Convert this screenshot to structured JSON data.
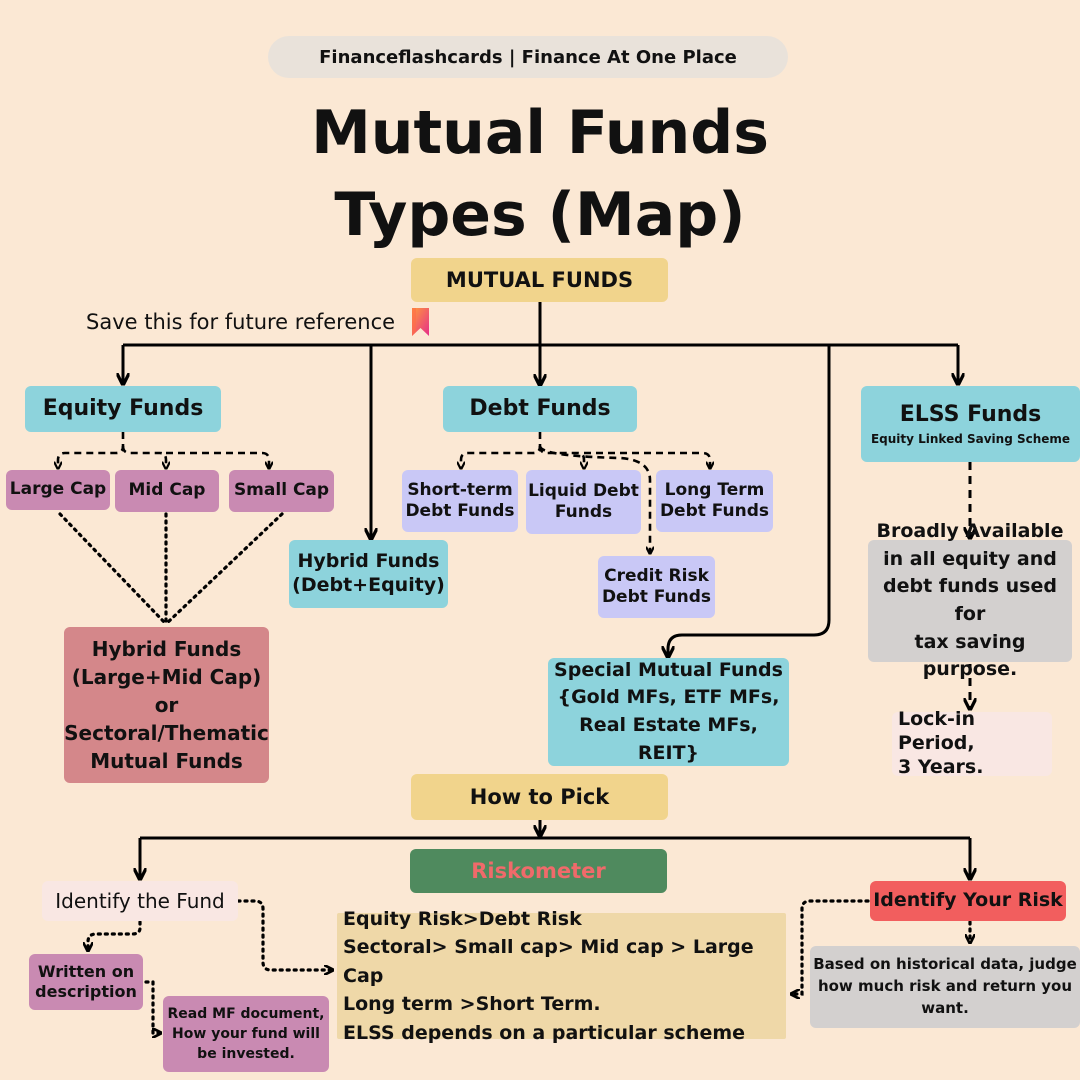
{
  "brand": "Financeflashcards |  Finance At One Place",
  "title_line1": "Mutual Funds",
  "title_line2": "Types (Map)",
  "save_note": "Save this for future reference",
  "nodes": {
    "root": "MUTUAL FUNDS",
    "equity": "Equity Funds",
    "debt": "Debt Funds",
    "elss": "ELSS Funds",
    "elss_sub": "Equity Linked Saving Scheme",
    "large_cap": "Large Cap",
    "mid_cap": "Mid Cap",
    "small_cap": "Small Cap",
    "hybrid_de": [
      "Hybrid Funds",
      "(Debt+Equity)"
    ],
    "short_term": [
      "Short-term",
      "Debt Funds"
    ],
    "liquid": [
      "Liquid Debt",
      "Funds"
    ],
    "long_term": [
      "Long Term",
      "Debt Funds"
    ],
    "credit_risk": [
      "Credit Risk",
      "Debt Funds"
    ],
    "hybrid_cap": [
      "Hybrid Funds",
      "(Large+Mid Cap)",
      "or",
      "Sectoral/Thematic",
      "Mutual Funds"
    ],
    "special": [
      "Special Mutual Funds",
      "{Gold MFs, ETF MFs,",
      "Real Estate MFs, REIT}"
    ],
    "elss_desc": [
      "Broadly Available",
      "in all equity and",
      "debt funds used for",
      "tax saving purpose."
    ],
    "lockin": [
      "Lock-in Period,",
      "3 Years."
    ],
    "how_to_pick": "How to Pick",
    "riskometer": "Riskometer",
    "identify_fund": "Identify the Fund",
    "identify_risk": "Identify Your Risk",
    "written_on": [
      "Written on",
      "description"
    ],
    "read_mf": [
      "Read MF document,",
      "How your fund will",
      "be invested."
    ],
    "risk_rules": [
      "Equity Risk>Debt Risk",
      "Sectoral> Small cap> Mid cap > Large Cap",
      "Long term >Short Term.",
      "ELSS depends on a particular scheme"
    ],
    "risk_desc": [
      "Based on historical data, judge",
      "how much risk and return you",
      "want."
    ]
  },
  "colors": {
    "background": "#fbe8d4",
    "teal": "#8dd3dc",
    "gold": "#f1d48c",
    "mauve": "#c98ab2",
    "lavender": "#c9c8f6",
    "rose": "#d4878a",
    "grey": "#d3d0cf",
    "green": "#4f8a5e",
    "red": "#f25e5e",
    "riskometer_text": "#f06a6a"
  }
}
